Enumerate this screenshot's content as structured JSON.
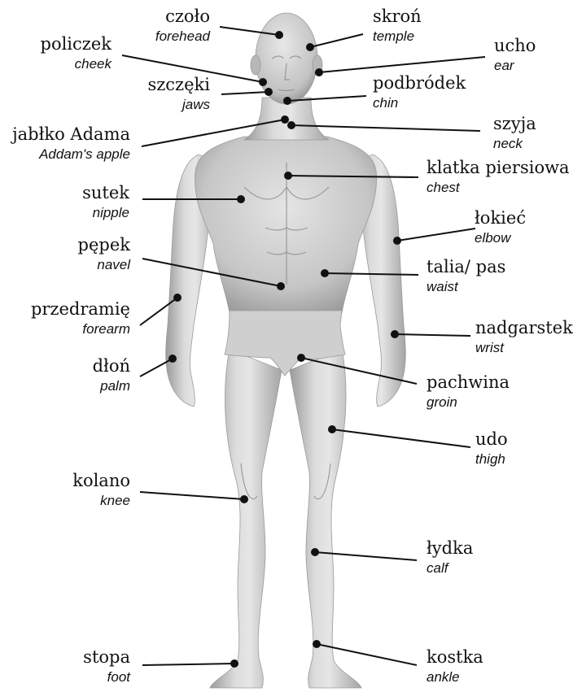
{
  "labels": {
    "forehead": {
      "pl": "czoło",
      "en": "forehead"
    },
    "temple": {
      "pl": "skroń",
      "en": "temple"
    },
    "cheek": {
      "pl": "policzek",
      "en": "cheek"
    },
    "ear": {
      "pl": "ucho",
      "en": "ear"
    },
    "jaws": {
      "pl": "szczęki",
      "en": "jaws"
    },
    "chin": {
      "pl": "podbródek",
      "en": "chin"
    },
    "adams_apple": {
      "pl": "jabłko Adama",
      "en": "Addam's apple"
    },
    "neck": {
      "pl": "szyja",
      "en": "neck"
    },
    "chest": {
      "pl": "klatka piersiowa",
      "en": "chest"
    },
    "nipple": {
      "pl": "sutek",
      "en": "nipple"
    },
    "elbow": {
      "pl": "łokieć",
      "en": "elbow"
    },
    "navel": {
      "pl": "pępek",
      "en": "navel"
    },
    "waist": {
      "pl": "talia/ pas",
      "en": "waist"
    },
    "forearm": {
      "pl": "przedramię",
      "en": "forearm"
    },
    "wrist": {
      "pl": "nadgarstek",
      "en": "wrist"
    },
    "palm": {
      "pl": "dłoń",
      "en": "palm"
    },
    "groin": {
      "pl": "pachwina",
      "en": "groin"
    },
    "thigh": {
      "pl": "udo",
      "en": "thigh"
    },
    "knee": {
      "pl": "kolano",
      "en": "knee"
    },
    "calf": {
      "pl": "łydka",
      "en": "calf"
    },
    "foot": {
      "pl": "stopa",
      "en": "foot"
    },
    "ankle": {
      "pl": "kostka",
      "en": "ankle"
    }
  },
  "colors": {
    "skin_light": "#e2e2e2",
    "skin_mid": "#c4c4c4",
    "skin_dark": "#8d8d8d",
    "line": "#111111"
  }
}
